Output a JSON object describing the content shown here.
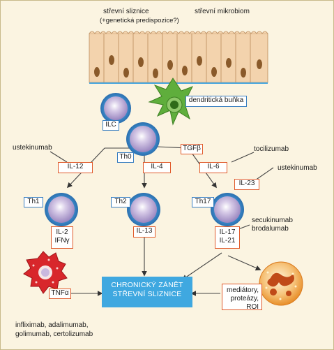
{
  "header": {
    "mucosa": "střevní sliznice",
    "mucosa_note": "(+genetická predispozice?)",
    "microbiome": "střevní mikrobiom"
  },
  "cells": {
    "dendritic": "dendritická buňka",
    "ilc": "ILC",
    "th0": "Th0",
    "th1": "Th1",
    "th2": "Th2",
    "th17": "Th17",
    "tnf": "TNFα"
  },
  "cytokines": {
    "tgfb": "TGFβ",
    "il12": "IL-12",
    "il4": "IL-4",
    "il6": "IL-6",
    "il23": "IL-23",
    "th1_out_1": "IL-2",
    "th1_out_2": "IFNγ",
    "th2_out": "IL-13",
    "th17_out_1": "IL-17",
    "th17_out_2": "IL-21"
  },
  "drugs": {
    "ustekinumab_left": "ustekinumab",
    "tocilizumab": "tocilizumab",
    "ustekinumab_right": "ustekinumab",
    "secukinumab": "secukinumab",
    "brodalumab": "brodalumab",
    "anti_tnf_1": "infliximab, adalimumab,",
    "anti_tnf_2": "golimumab, certolizumab"
  },
  "outcome": {
    "line1": "CHRONICKÝ ZÁNĚT",
    "line2": "STŘEVNÍ SLIZNICE"
  },
  "mediators": {
    "line1": "mediátory,",
    "line2": "proteázy, ROI"
  },
  "colors": {
    "background": "#fbf4e1",
    "box_border": "#e05a2a",
    "center_fill": "#3fa8e0",
    "tcell_fill": "#c9b8df",
    "tcell_ring": "#5aa5da",
    "dendritic_fill": "#5fae3c",
    "epithelium_fill": "#f2cfa8",
    "nucleus_fill": "#8a5a2a",
    "mast_fill": "#d8262b",
    "neutrophil_fill": "#f4b25a"
  }
}
